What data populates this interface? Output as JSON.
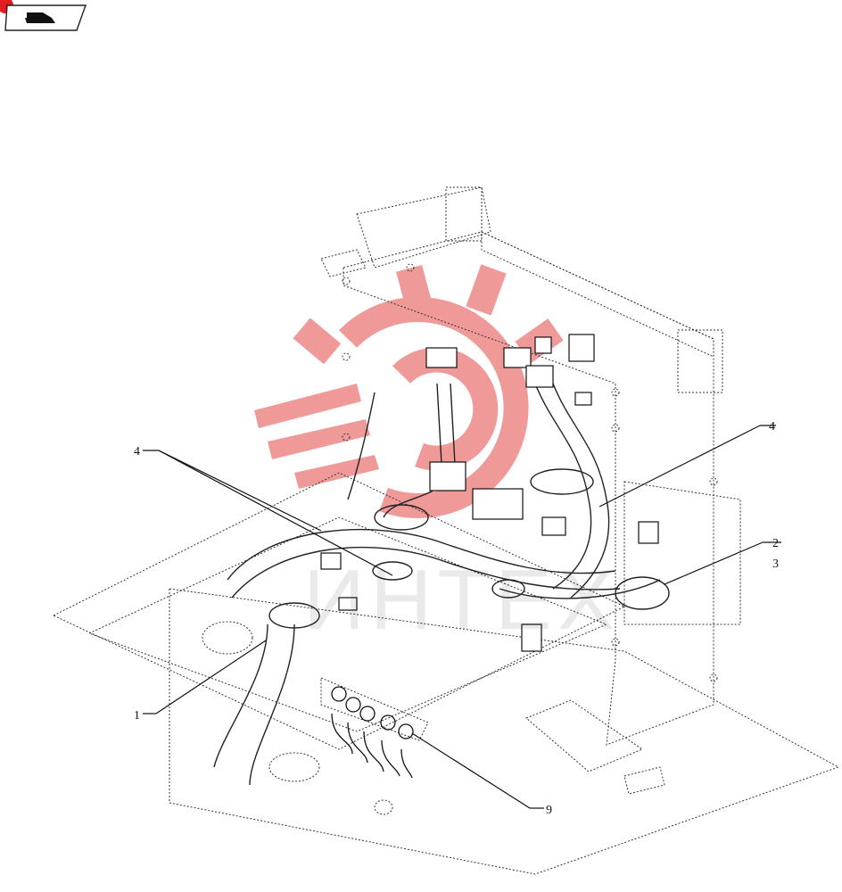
{
  "callouts": {
    "c1": "1",
    "c2": "2",
    "c3": "3",
    "c4_left": "4",
    "c4_right": "4",
    "c9": "9"
  },
  "watermark": {
    "text": "ИНТЕХ",
    "color": "#e02020"
  },
  "colors": {
    "line": "#222222",
    "accent": "#e02020"
  },
  "icons": {
    "corner": "catalog-book-icon"
  }
}
